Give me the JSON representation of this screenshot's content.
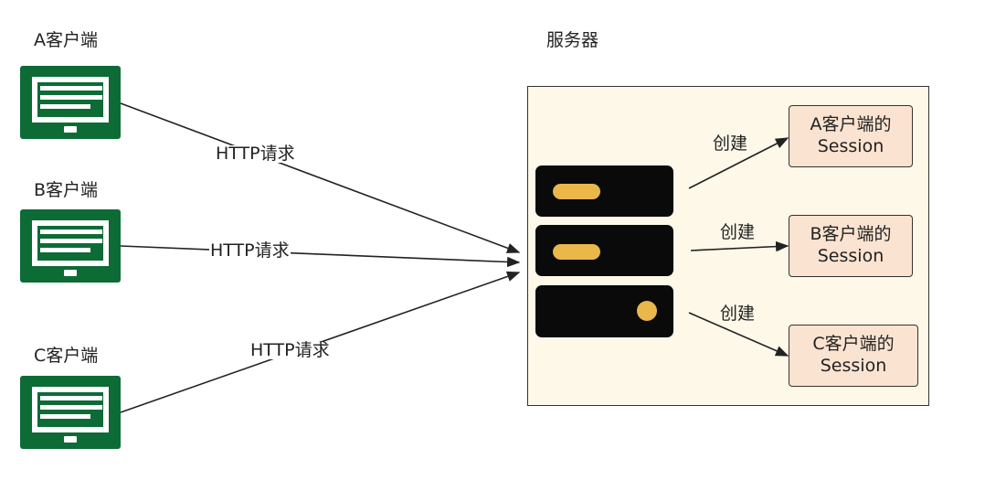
{
  "clients": [
    {
      "label": "A客户端"
    },
    {
      "label": "B客户端"
    },
    {
      "label": "C客户端"
    }
  ],
  "server": {
    "label": "服务器"
  },
  "requests": [
    {
      "label": "HTTP请求"
    },
    {
      "label": "HTTP请求"
    },
    {
      "label": "HTTP请求"
    }
  ],
  "creates": [
    {
      "label": "创建"
    },
    {
      "label": "创建"
    },
    {
      "label": "创建"
    }
  ],
  "sessions": [
    {
      "line1": "A客户端的",
      "line2": "Session"
    },
    {
      "line1": "B客户端的",
      "line2": "Session"
    },
    {
      "line1": "C客户端的",
      "line2": "Session"
    }
  ],
  "colors": {
    "laptop": "#0d6b36",
    "server_box_fill": "#fdf8e8",
    "server_unit": "#0a0a0a",
    "server_indicator": "#e9b74a",
    "session_fill": "#fbe3d1"
  }
}
